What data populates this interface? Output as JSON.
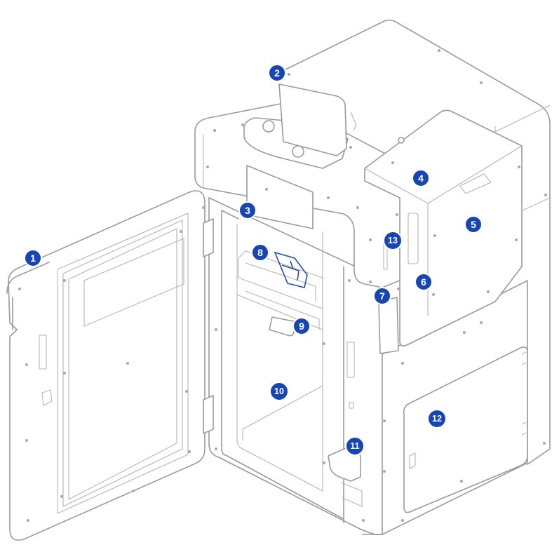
{
  "colors": {
    "outline": "#9a9a9a",
    "callout_fill": "#1745b4",
    "callout_text": "#ffffff",
    "background": "#ffffff"
  },
  "callouts": [
    {
      "id": "c1",
      "label": "1"
    },
    {
      "id": "c2",
      "label": "2"
    },
    {
      "id": "c3",
      "label": "3"
    },
    {
      "id": "c4",
      "label": "4"
    },
    {
      "id": "c5",
      "label": "5"
    },
    {
      "id": "c6",
      "label": "6"
    },
    {
      "id": "c7",
      "label": "7"
    },
    {
      "id": "c8",
      "label": "8"
    },
    {
      "id": "c9",
      "label": "9"
    },
    {
      "id": "c10",
      "label": "10"
    },
    {
      "id": "c11",
      "label": "11"
    },
    {
      "id": "c12",
      "label": "12"
    },
    {
      "id": "c13",
      "label": "13"
    }
  ]
}
